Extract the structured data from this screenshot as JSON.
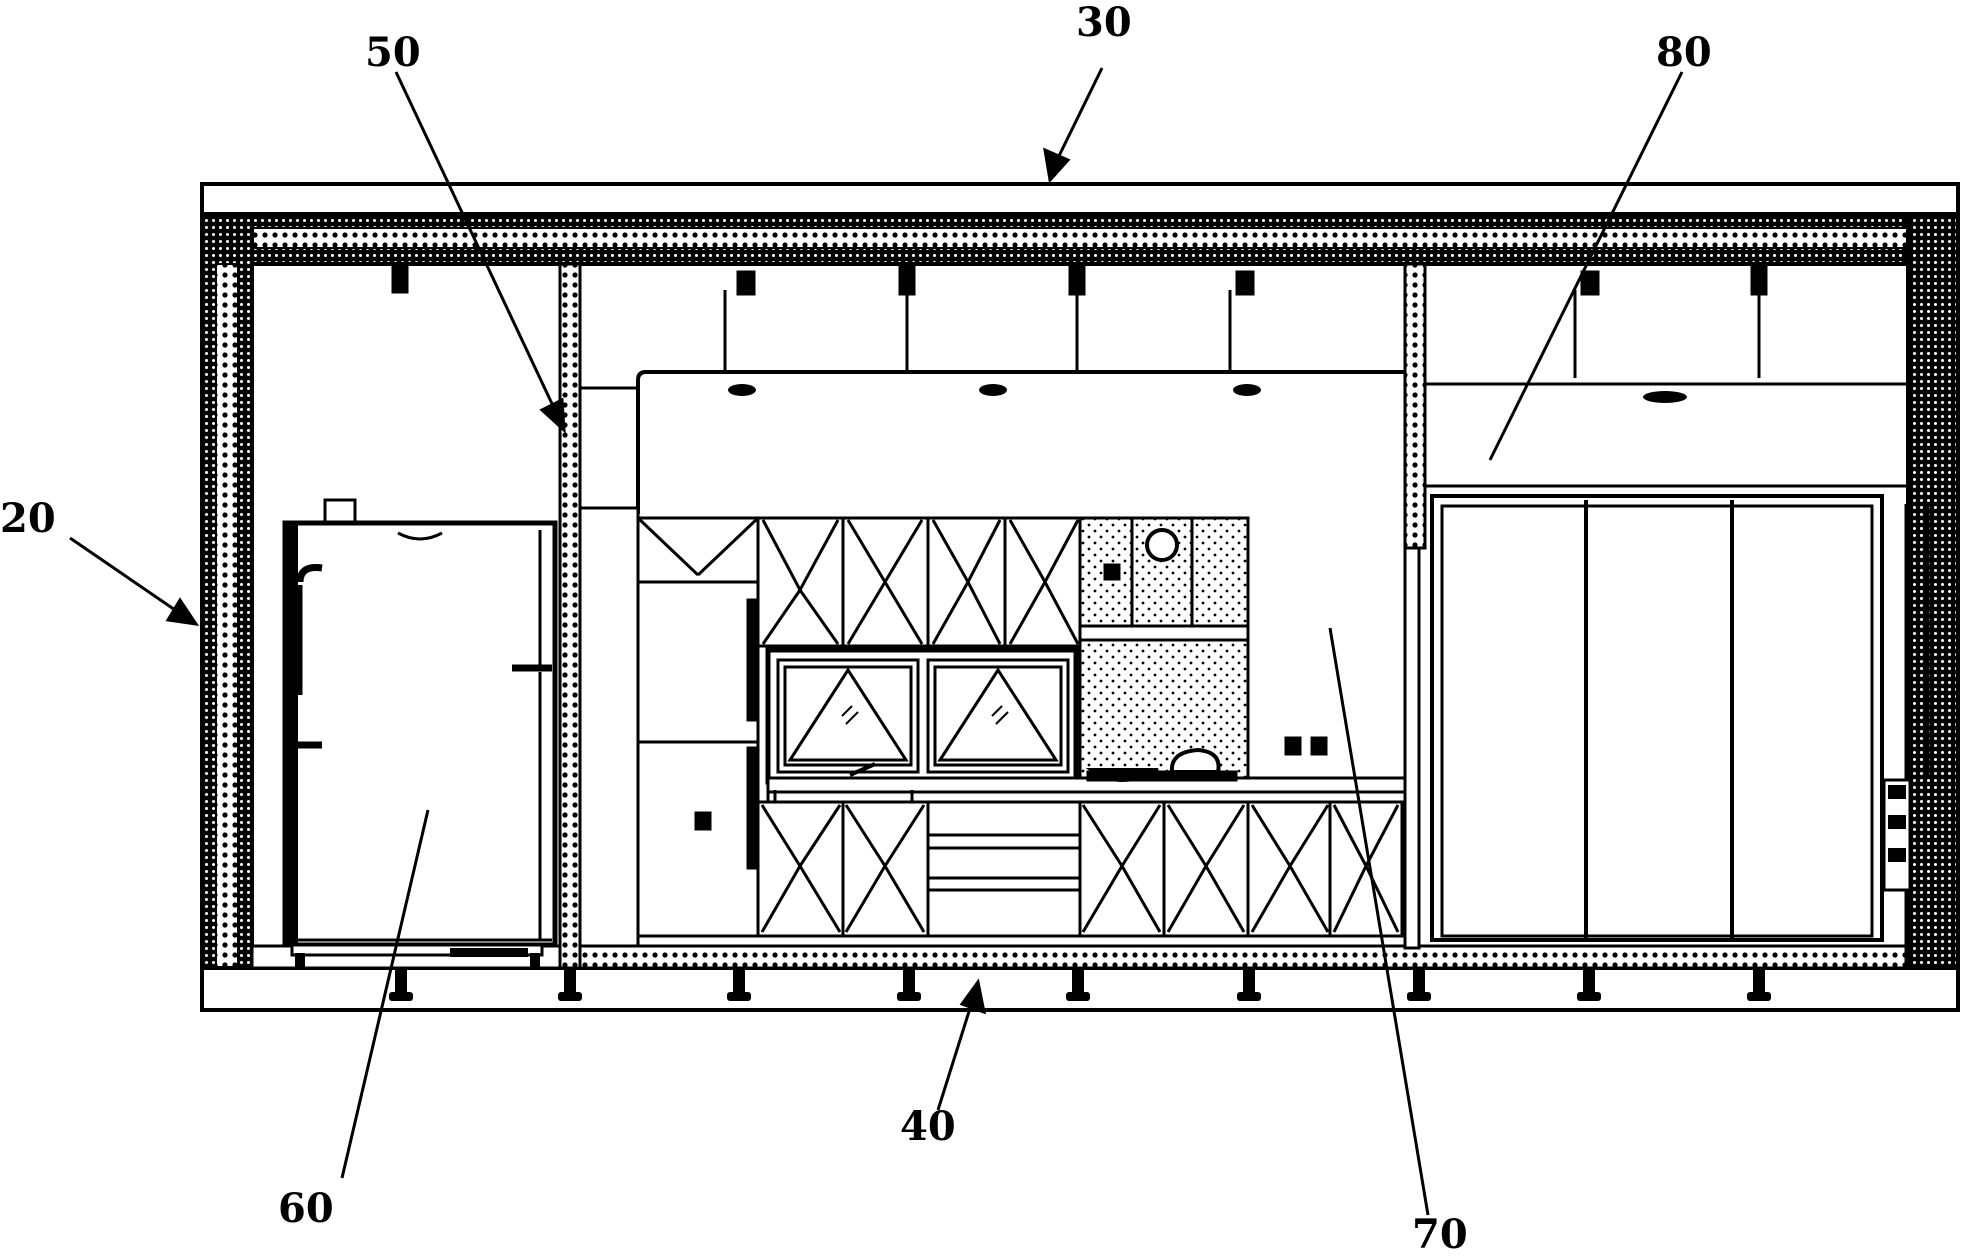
{
  "diagram": {
    "kind": "patent cross-section drawing",
    "reference_labels": {
      "wall_side": "20",
      "roof": "30",
      "floor": "40",
      "partition": "50",
      "refrigerator": "60",
      "kitchen_area": "70",
      "storage_area": "80"
    },
    "colors": {
      "ink": "#000000",
      "paper": "#ffffff"
    }
  }
}
